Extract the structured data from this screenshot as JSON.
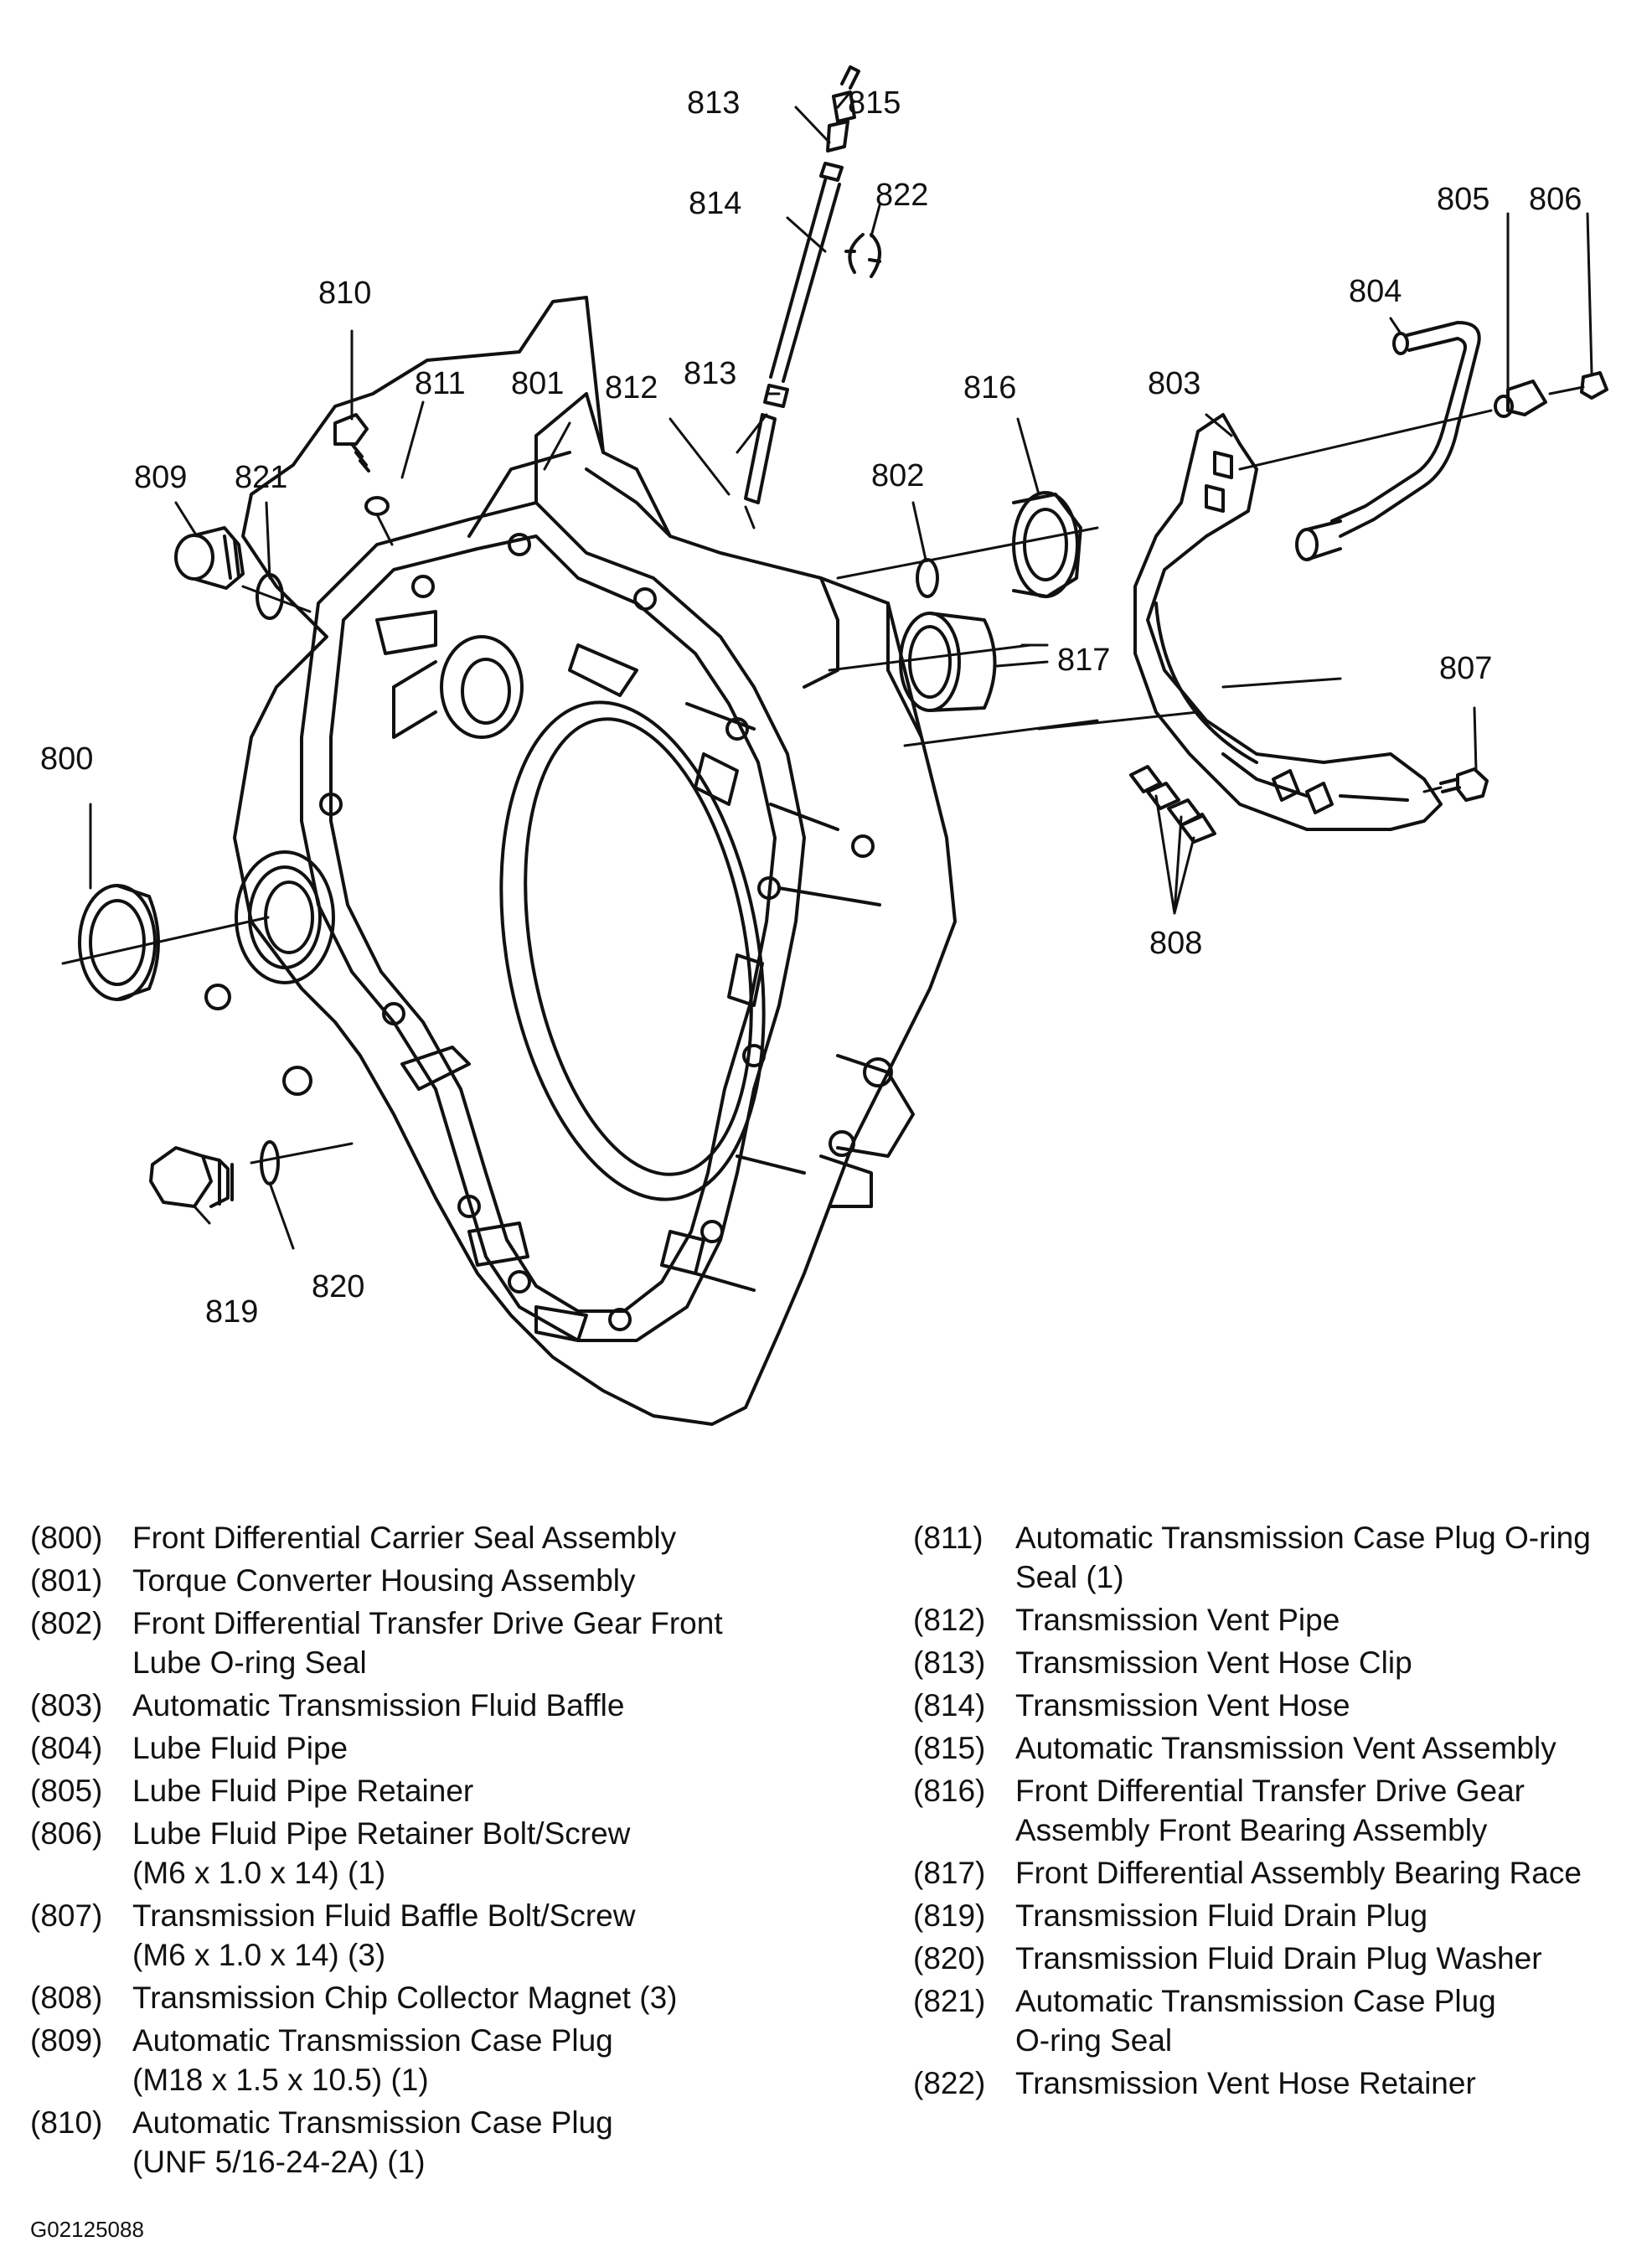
{
  "callouts": {
    "c800": "800",
    "c801": "801",
    "c802": "802",
    "c803": "803",
    "c804": "804",
    "c805": "805",
    "c806": "806",
    "c807": "807",
    "c808": "808",
    "c809": "809",
    "c810": "810",
    "c811": "811",
    "c812": "812",
    "c813a": "813",
    "c813b": "813",
    "c814": "814",
    "c815": "815",
    "c816": "816",
    "c817": "817",
    "c819": "819",
    "c820": "820",
    "c821": "821",
    "c822": "822"
  },
  "legend_left": [
    {
      "num": "(800)",
      "text": "Front Differential Carrier Seal Assembly"
    },
    {
      "num": "(801)",
      "text": "Torque Converter Housing Assembly"
    },
    {
      "num": "(802)",
      "text": "Front Differential Transfer Drive Gear Front\nLube O-ring Seal"
    },
    {
      "num": "(803)",
      "text": "Automatic Transmission Fluid Baffle"
    },
    {
      "num": "(804)",
      "text": "Lube Fluid Pipe"
    },
    {
      "num": "(805)",
      "text": "Lube Fluid Pipe Retainer"
    },
    {
      "num": "(806)",
      "text": "Lube Fluid Pipe Retainer Bolt/Screw\n(M6 x 1.0 x 14) (1)"
    },
    {
      "num": "(807)",
      "text": "Transmission Fluid Baffle Bolt/Screw\n(M6 x 1.0 x 14) (3)"
    },
    {
      "num": "(808)",
      "text": "Transmission Chip Collector Magnet (3)"
    },
    {
      "num": "(809)",
      "text": "Automatic Transmission Case Plug\n(M18 x 1.5 x 10.5) (1)"
    },
    {
      "num": "(810)",
      "text": "Automatic Transmission Case Plug\n(UNF 5/16-24-2A) (1)"
    }
  ],
  "legend_right": [
    {
      "num": "(811)",
      "text": "Automatic Transmission Case Plug O-ring\nSeal (1)"
    },
    {
      "num": "(812)",
      "text": "Transmission Vent Pipe"
    },
    {
      "num": "(813)",
      "text": "Transmission Vent Hose Clip"
    },
    {
      "num": "(814)",
      "text": "Transmission Vent Hose"
    },
    {
      "num": "(815)",
      "text": "Automatic Transmission Vent Assembly"
    },
    {
      "num": "(816)",
      "text": "Front Differential Transfer Drive Gear\nAssembly Front Bearing Assembly"
    },
    {
      "num": "(817)",
      "text": "Front Differential Assembly Bearing Race"
    },
    {
      "num": "(819)",
      "text": "Transmission Fluid Drain Plug"
    },
    {
      "num": "(820)",
      "text": "Transmission Fluid Drain Plug Washer"
    },
    {
      "num": "(821)",
      "text": "Automatic Transmission Case Plug\nO-ring Seal"
    },
    {
      "num": "(822)",
      "text": "Transmission Vent Hose Retainer"
    }
  ],
  "figure_code": "G02125088"
}
